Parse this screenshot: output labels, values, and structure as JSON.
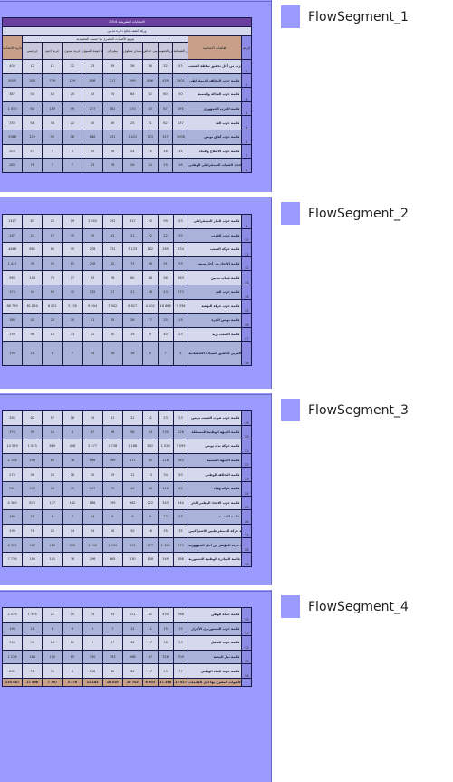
{
  "segments": [
    {
      "label": "FlowSegment_1"
    },
    {
      "label": "FlowSegment_2"
    },
    {
      "label": "FlowSegment_3"
    },
    {
      "label": "FlowSegment_4"
    }
  ],
  "document": {
    "title": "الانتخابات التشريعية 2014",
    "subtitle": "ورقة كشف نتائج دائرة مدنين",
    "headers": {
      "index": "الرقم",
      "list": "القائمات الانتخابية",
      "group": "توزيع الأصوات المصرح بها حسب المعتمدية",
      "total": "مجموع الأصوات المصرح بها بالدائرة الانتخابية",
      "cols": [
        "مدنين الشمالية",
        "مدنين الجنوبية",
        "بني خداش",
        "سيدي مخلوف",
        "بنقردان",
        "جربة حومة السوق",
        "جربة ميدون",
        "جربة اجيم",
        "جرجيس"
      ]
    },
    "segment1_rows": [
      {
        "idx": "1",
        "name": "قائمة حزب من أجل تحقيق سلطة الشعب",
        "vals": [
          "12",
          "11",
          "22",
          "23",
          "39",
          "36",
          "36",
          "32",
          "53"
        ],
        "total": "400"
      },
      {
        "idx": "2",
        "name": "قائمة حزب التحالف الديمقراطي",
        "vals": [
          "288",
          "739",
          "129",
          "836",
          "217",
          "299",
          "806",
          "439",
          "3401"
        ],
        "total": "5925"
      },
      {
        "idx": "3",
        "name": "قائمة حزب العدالة والتنمية",
        "vals": [
          "50",
          "42",
          "25",
          "43",
          "25",
          "64",
          "52",
          "60",
          "50"
        ],
        "total": "387"
      },
      {
        "idx": "4",
        "name": "قائمة الحزب الجمهوري",
        "vals": [
          "64",
          "183",
          "99",
          "227",
          "162",
          "170",
          "43",
          "87",
          "195"
        ],
        "total": "1 000"
      },
      {
        "idx": "5",
        "name": "قائمة حزب الغد",
        "vals": [
          "58",
          "38",
          "22",
          "45",
          "49",
          "25",
          "21",
          "62",
          "137"
        ],
        "total": "330"
      },
      {
        "idx": "6",
        "name": "قائمة حزب آفاق تونس",
        "vals": [
          "229",
          "95",
          "28",
          "646",
          "231",
          "1 422",
          "723",
          "327",
          "3006"
        ],
        "total": "5986"
      },
      {
        "idx": "7",
        "name": "قائمة حزب الاصلاح والبناء",
        "vals": [
          "23",
          "7",
          "8",
          "50",
          "56",
          "24",
          "15",
          "18",
          "12"
        ],
        "total": "203"
      },
      {
        "idx": "8",
        "name": "قائمة اتحاد الشباب الديمقراطي الوطني",
        "vals": [
          "78",
          "7",
          "7",
          "23",
          "78",
          "26",
          "24",
          "19",
          "18"
        ],
        "total": "283"
      }
    ],
    "segment2_rows": [
      {
        "idx": "9",
        "name": "قائمة حزب التيار الديمقراطي",
        "vals": [
          "83",
          "25",
          "19",
          "1 802",
          "292",
          "327",
          "25",
          "99",
          "53"
        ],
        "total": "1417"
      },
      {
        "idx": "10",
        "name": "قائمة حزب القدس",
        "vals": [
          "24",
          "17",
          "25",
          "35",
          "13",
          "21",
          "22",
          "22",
          "32"
        ],
        "total": "267"
      },
      {
        "idx": "11",
        "name": "قائمة حركة الشعب",
        "vals": [
          "862",
          "60",
          "95",
          "278",
          "331",
          "3 133",
          "182",
          "269",
          "234"
        ],
        "total": "4466"
      },
      {
        "idx": "12",
        "name": "قائمة الاتحاد من أجل تونس",
        "vals": [
          "35",
          "25",
          "62",
          "226",
          "82",
          "73",
          "56",
          "51",
          "53"
        ],
        "total": "1 441"
      },
      {
        "idx": "13",
        "name": "قائمة شباب مدنين",
        "vals": [
          "108",
          "73",
          "27",
          "93",
          "76",
          "60",
          "48",
          "56",
          "383"
        ],
        "total": "963"
      },
      {
        "idx": "14",
        "name": "قائمة حزب الغد",
        "vals": [
          "34",
          "50",
          "22",
          "115",
          "27",
          "21",
          "28",
          "43",
          "373"
        ],
        "total": "373"
      },
      {
        "idx": "15",
        "name": "قائمة حزب حركة النهضة",
        "vals": [
          "61 850",
          "8 021",
          "3 330",
          "9 804",
          "7 902",
          "8 627",
          "4 002",
          "16 886",
          "9 336"
        ],
        "total": "68 799"
      },
      {
        "idx": "16",
        "name": "قائمة تونس الحرة",
        "vals": [
          "42",
          "20",
          "20",
          "41",
          "65",
          "26",
          "17",
          "25",
          "15"
        ],
        "total": "386"
      },
      {
        "idx": "17",
        "name": "قائمة الشعب يريد",
        "vals": [
          "96",
          "13",
          "23",
          "22",
          "30",
          "19",
          "9",
          "40",
          "23"
        ],
        "total": "259"
      },
      {
        "idx": "18",
        "name": "قائمة الربيع العربي لتحقيق السيادة الاقتصادية",
        "vals": [
          "11",
          "8",
          "7",
          "44",
          "16",
          "16",
          "6",
          "7",
          "4"
        ],
        "total": "199"
      }
    ],
    "segment3_rows": [
      {
        "idx": "19",
        "name": "قائمة حزب صوت الشعب تونس",
        "vals": [
          "62",
          "57",
          "18",
          "19",
          "31",
          "22",
          "21",
          "23",
          "23"
        ],
        "total": "385"
      },
      {
        "idx": "20",
        "name": "قائمة الجبهة الوطنية المستقلة",
        "vals": [
          "39",
          "24",
          "8",
          "87",
          "98",
          "56",
          "54",
          "130",
          "128"
        ],
        "total": "376"
      },
      {
        "idx": "21",
        "name": "قائمة حركة نداء تونس",
        "vals": [
          "1 043",
          "889",
          "406",
          "3 477",
          "1 738",
          "1 188",
          "892",
          "1 028",
          "7 099"
        ],
        "total": "14 559"
      },
      {
        "idx": "22",
        "name": "قائمة الجبهة الشعبية",
        "vals": [
          "299",
          "65",
          "78",
          "696",
          "489",
          "877",
          "30",
          "118",
          "783"
        ],
        "total": "2 788"
      },
      {
        "idx": "23",
        "name": "قائمة التحالف الوطني",
        "vals": [
          "36",
          "26",
          "28",
          "30",
          "29",
          "12",
          "13",
          "34",
          "50"
        ],
        "total": "273"
      },
      {
        "idx": "24",
        "name": "قائمة حركة وفاء",
        "vals": [
          "209",
          "26",
          "29",
          "107",
          "79",
          "40",
          "46",
          "116",
          "62"
        ],
        "total": "961"
      },
      {
        "idx": "25",
        "name": "قائمة حزب الاتحاد الوطني الحر",
        "vals": [
          "876",
          "177",
          "162",
          "836",
          "799",
          "962",
          "222",
          "343",
          "840"
        ],
        "total": "4 360"
      },
      {
        "idx": "26",
        "name": "قائمة القصبة",
        "vals": [
          "21",
          "8",
          "7",
          "14",
          "9",
          "9",
          "9",
          "22",
          "27"
        ],
        "total": "189"
      },
      {
        "idx": "27",
        "name": "قائمة حركة الديمقراطيين الاشتراكيين",
        "vals": [
          "76",
          "25",
          "24",
          "54",
          "26",
          "30",
          "16",
          "35",
          "35"
        ],
        "total": "299"
      },
      {
        "idx": "28",
        "name": "قائمة حزب المؤتمر من أجل الجمهورية",
        "vals": [
          "967",
          "289",
          "239",
          "1 745",
          "1 090",
          "925",
          "277",
          "1 156",
          "373"
        ],
        "total": "6 305"
      },
      {
        "idx": "29",
        "name": "قائمة المبادرة الوطنية الدستورية",
        "vals": [
          "192",
          "101",
          "76",
          "296",
          "865",
          "130",
          "158",
          "349",
          "386"
        ],
        "total": "7 736"
      }
    ],
    "segment4_rows": [
      {
        "idx": "30",
        "name": "قائمة حماة الوطن",
        "vals": [
          "1 395",
          "27",
          "15",
          "74",
          "34",
          "221",
          "82",
          "434",
          "788"
        ],
        "total": "2 519"
      },
      {
        "idx": "31",
        "name": "قائمة حزب الدستوريون الأحرار",
        "vals": [
          "11",
          "8",
          "8",
          "9",
          "7",
          "12",
          "11",
          "15",
          "12"
        ],
        "total": "196"
      },
      {
        "idx": "32",
        "name": "قائمة حزب الطفل",
        "vals": [
          "95",
          "14",
          "60",
          "9",
          "67",
          "12",
          "17",
          "36",
          "23"
        ],
        "total": "950"
      },
      {
        "idx": "33",
        "name": "قائمة تيار المحبة",
        "vals": [
          "184",
          "100",
          "85",
          "740",
          "763",
          "568",
          "87",
          "328",
          "709"
        ],
        "total": "1 228"
      },
      {
        "idx": "34",
        "name": "قائمة حزب البناء الوطني",
        "vals": [
          "78",
          "30",
          "8",
          "258",
          "82",
          "22",
          "17",
          "29",
          "77"
        ],
        "total": "892"
      }
    ],
    "total_row": {
      "name": "الأصوات المصرح بها لكل القائمات",
      "vals": [
        "17 898",
        "7 767",
        "3 376",
        "21 183",
        "18 010",
        "20 702",
        "6 903",
        "17 268",
        "13 927"
      ],
      "total": "135 887"
    }
  }
}
